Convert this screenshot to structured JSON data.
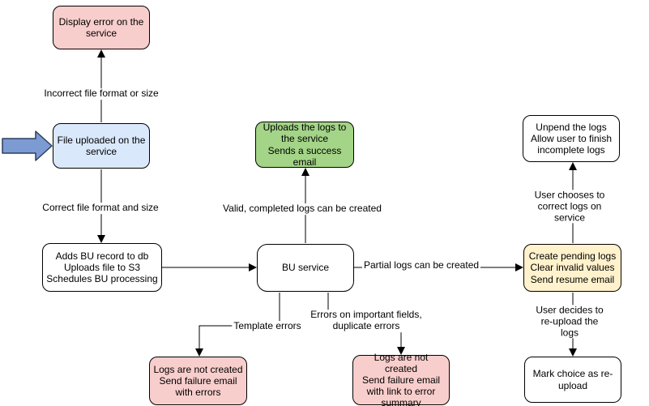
{
  "diagram": {
    "type": "flowchart",
    "colors": {
      "error_node_fill": "#F8CECC",
      "start_node_fill": "#DAE8FC",
      "success_node_fill": "#A3D487",
      "warning_node_fill": "#FFF2CC",
      "process_node_fill": "#FFFFFF",
      "node_stroke": "#000000",
      "connector_stroke": "#000000",
      "pointer_arrow_fill": "#7C9BD3",
      "pointer_arrow_stroke": "#2C3E5D",
      "canvas_background": "#FFFFFF"
    },
    "nodes": {
      "display_error": {
        "label": "Display error on the service",
        "kind": "error"
      },
      "file_uploaded": {
        "label": "File uploaded on the service",
        "kind": "start"
      },
      "adds_bu_record": {
        "label": "Adds BU record to db\nUploads file to S3\nSchedules BU processing",
        "kind": "process"
      },
      "bu_service": {
        "label": "BU service",
        "kind": "process"
      },
      "uploads_logs": {
        "label": "Uploads the logs to the service\nSends a success email",
        "kind": "success"
      },
      "create_pending": {
        "label": "Create pending logs\nClear invalid values\nSend resume email",
        "kind": "warning"
      },
      "unpend_logs": {
        "label": "Unpend the logs\nAllow user to finish incomplete logs",
        "kind": "process"
      },
      "mark_reupload": {
        "label": "Mark choice as re-upload",
        "kind": "process"
      },
      "logs_not_created_errors": {
        "label": "Logs are not created\nSend failure email with errors",
        "kind": "error"
      },
      "logs_not_created_summary": {
        "label": "Logs are not created\nSend failure email with link to error summary",
        "kind": "error"
      }
    },
    "edge_labels": {
      "incorrect_format": "Incorrect file format or size",
      "correct_format": "Correct file format and size",
      "valid_completed": "Valid, completed logs can be created",
      "partial_logs": "Partial logs can be created",
      "user_chooses": "User chooses to correct logs on service",
      "user_decides": "User decides to re-upload the logs",
      "template_errors": "Template errors",
      "errors_fields": "Errors on important fields,\nduplicate errors"
    }
  }
}
